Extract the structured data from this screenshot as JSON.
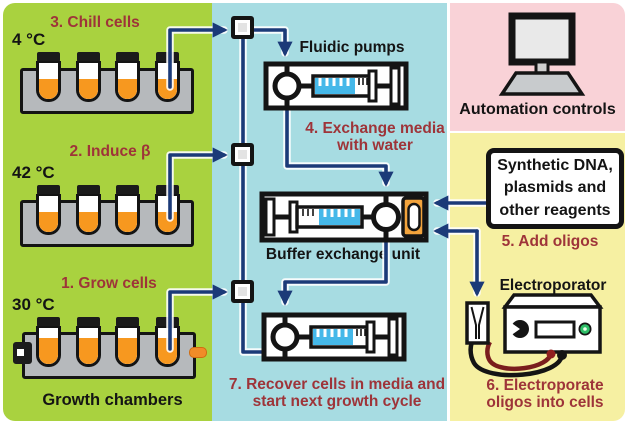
{
  "colors": {
    "green_panel": "#a9d23f",
    "cyan_panel": "#a7dce2",
    "pink_panel": "#f9d2d7",
    "yellow_panel": "#f6f0a2",
    "flow_line": "#1b3a78",
    "step_text": "#9e3439",
    "tube_liquid": "#f7981f",
    "syringe_blue": "#45b8e9",
    "rack_gray": "#b6b9bc"
  },
  "stations": {
    "chill": {
      "step": "3. Chill cells",
      "temp": "4 °C"
    },
    "induce": {
      "step": "2. Induce β",
      "temp": "42 °C"
    },
    "grow": {
      "step": "1. Grow cells",
      "temp": "30 °C",
      "caption": "Growth chambers"
    }
  },
  "middle": {
    "fluidic_pumps": "Fluidic pumps",
    "step4_line1": "4. Exchange media",
    "step4_line2": "with water",
    "buffer_label": "Buffer exchange unit",
    "step7_line1": "7. Recover cells in media and",
    "step7_line2": "start next growth cycle"
  },
  "right": {
    "automation": "Automation controls",
    "dna_line1": "Synthetic DNA,",
    "dna_line2": "plasmids and",
    "dna_line3": "other reagents",
    "step5": "5. Add oligos",
    "electroporator": "Electroporator",
    "step6_line1": "6. Electroporate",
    "step6_line2": "oligos into cells"
  }
}
